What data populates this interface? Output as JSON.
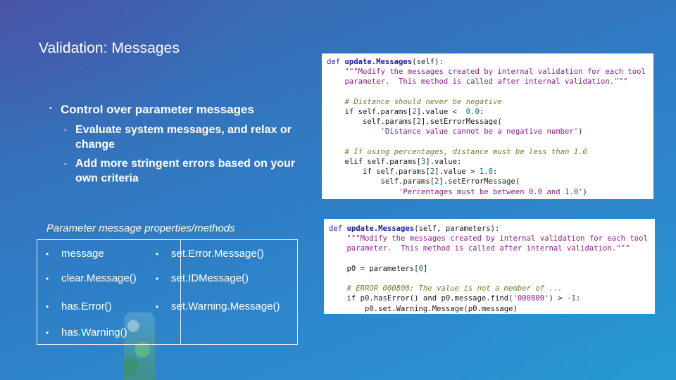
{
  "slide": {
    "title": "Validation: Messages",
    "bullet_main": "Control over parameter messages",
    "sub_bullets": [
      "Evaluate system messages, and relax or change",
      "Add more stringent errors based on your own criteria"
    ],
    "bullet_glyph": "•",
    "sub_bullet_glyph": "-"
  },
  "properties": {
    "caption": "Parameter message properties/methods",
    "left_column": [
      "message",
      "clear.Message()",
      "has.Error()",
      "has.Warning()"
    ],
    "right_column": [
      "set.Error.Message()",
      "set.IDMessage()",
      "set.Warning.Message()"
    ]
  },
  "code_snippets": [
    {
      "lines": [
        "def update.Messages(self):",
        "    \"\"\"Modify the messages created by internal validation for each tool",
        "    parameter.  This method is called after internal validation.\"\"\"",
        "",
        "    # Distance should never be negative",
        "    if self.params[2].value <  0.0:",
        "        self.params[2].setErrorMessage(",
        "            'Distance value cannot be a negative number')",
        "",
        "    # If using percentages, distance must be less than 1.0",
        "    elif self.params[3].value:",
        "        if self.params[2].value > 1.0:",
        "            self.params[2].setErrorMessage(",
        "                'Percentages must be between 0.0 and 1.0')"
      ]
    },
    {
      "lines": [
        "def update.Messages(self, parameters):",
        "    \"\"\"Modify the messages created by internal validation for each tool",
        "    parameter.  This method is called after internal validation.\"\"\"",
        "",
        "    p0 = parameters[0]",
        "",
        "    # ERROR 000800: The value is not a member of ...",
        "    if p0.hasError() and p0.message.find('000800') > -1:",
        "        p0.set.Warning.Message(p0.message)"
      ]
    }
  ]
}
